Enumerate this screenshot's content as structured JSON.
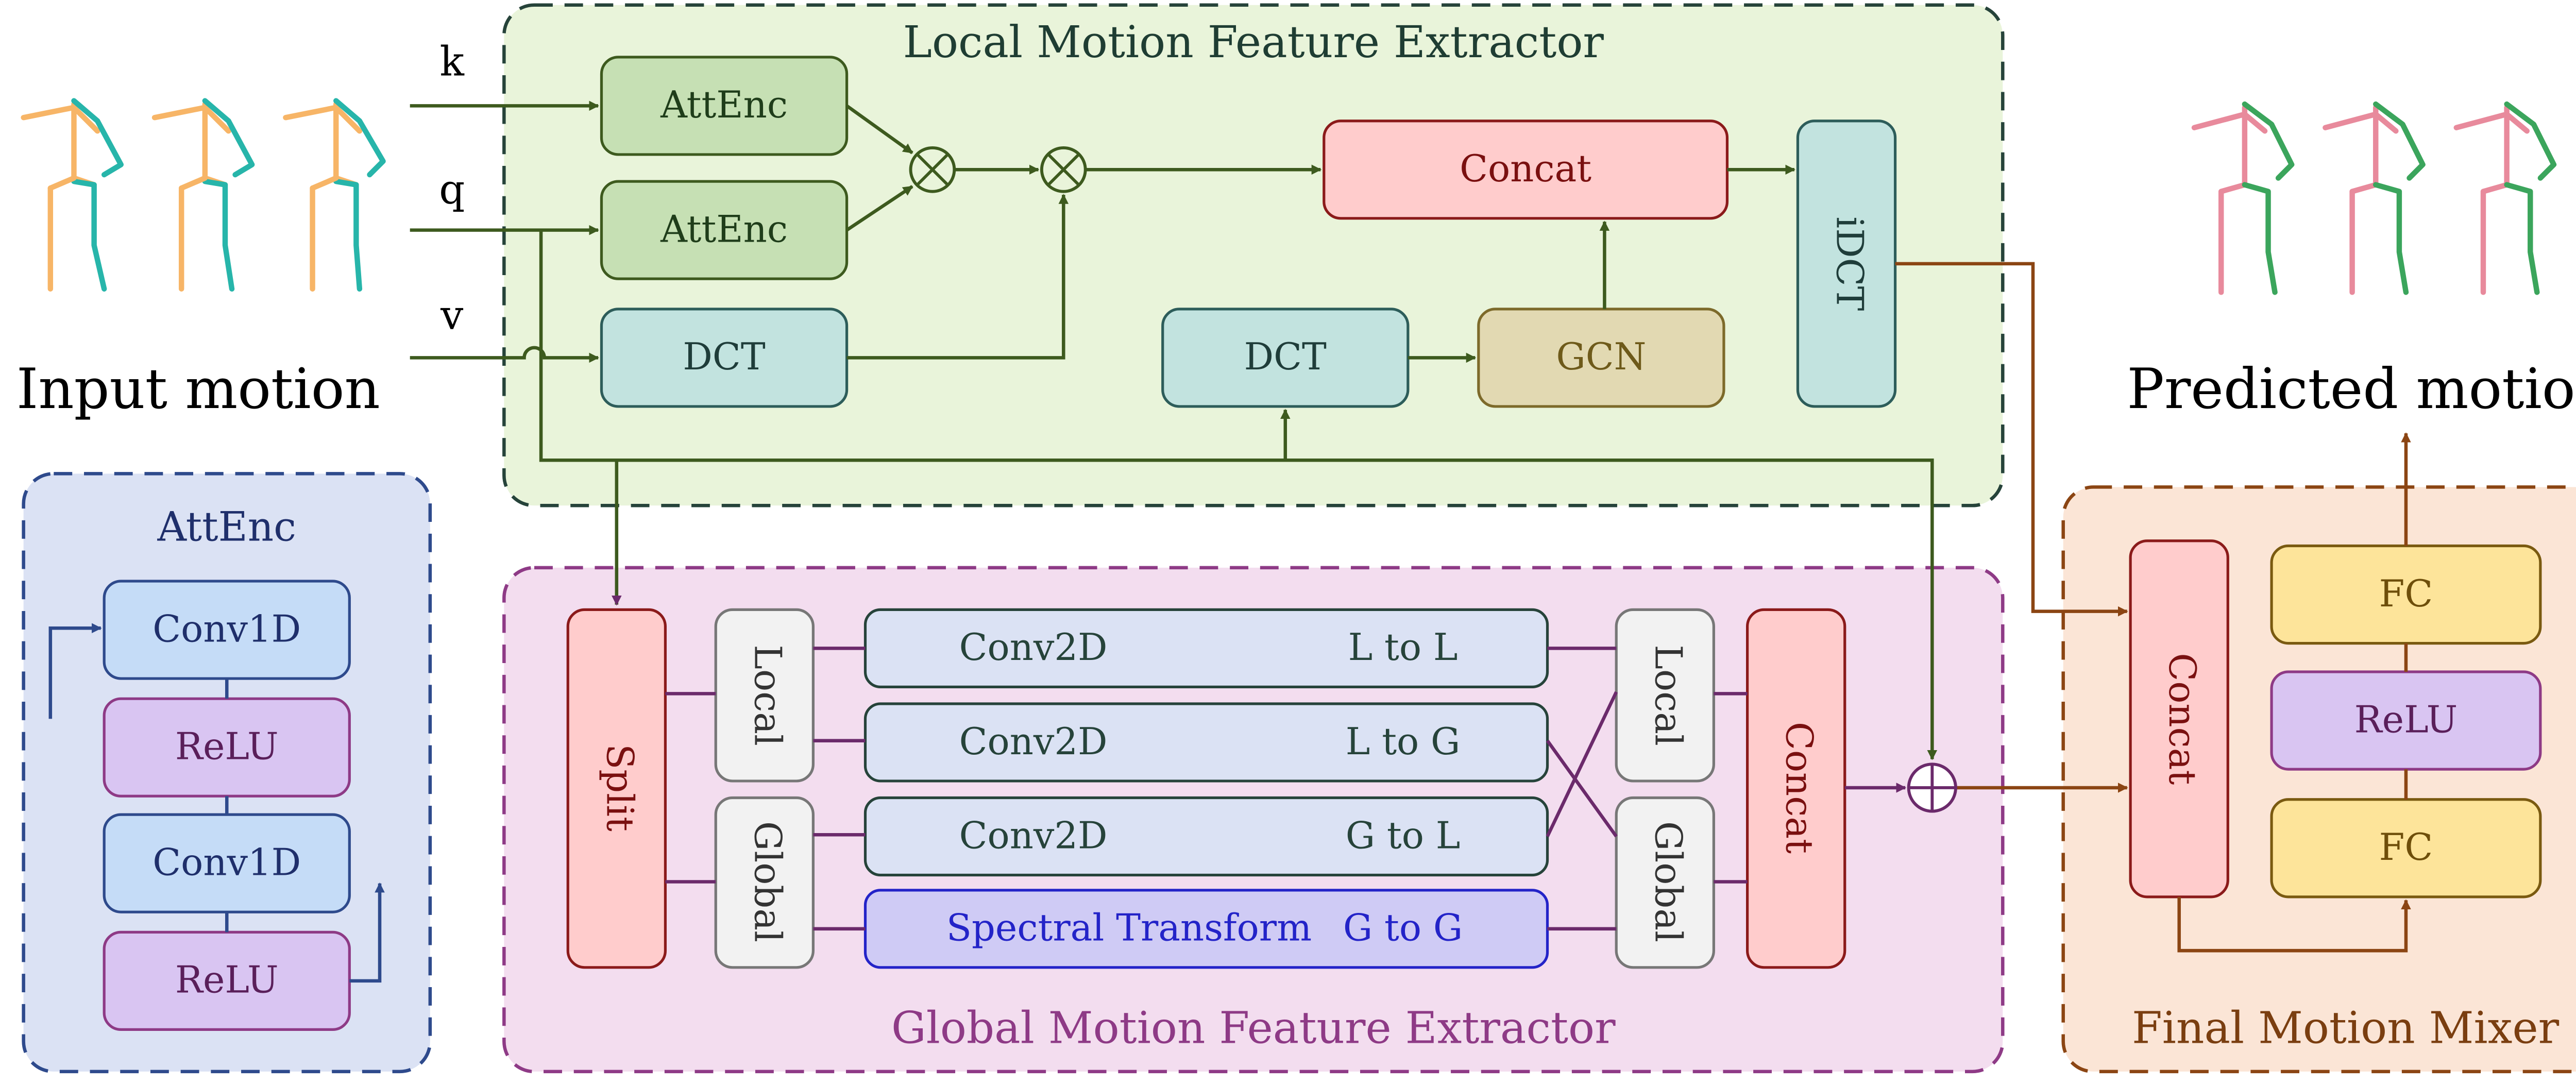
{
  "inputs": {
    "k": "k",
    "q": "q",
    "v": "v",
    "input_label": "Input motion",
    "output_label": "Predicted motion"
  },
  "local": {
    "title": "Local Motion Feature Extractor",
    "attenc_k": "AttEnc",
    "attenc_q": "AttEnc",
    "dct_v": "DCT",
    "dct_res": "DCT",
    "gcn": "GCN",
    "concat": "Concat",
    "idct": "iDCT"
  },
  "attenc_detail": {
    "title": "AttEnc",
    "conv1": "Conv1D",
    "relu1": "ReLU",
    "conv2": "Conv1D",
    "relu2": "ReLU"
  },
  "global": {
    "title": "Global Motion Feature Extractor",
    "split": "Split",
    "local_in": "Local",
    "global_in": "Global",
    "local_out": "Local",
    "global_out": "Global",
    "concat": "Concat",
    "rows": [
      {
        "op": "Conv2D",
        "path": "L to L"
      },
      {
        "op": "Conv2D",
        "path": "L to G"
      },
      {
        "op": "Conv2D",
        "path": "G to L"
      },
      {
        "op": "Spectral Transform",
        "path": "G to G"
      }
    ]
  },
  "mixer": {
    "title": "Final Motion Mixer",
    "concat": "Concat",
    "fc_top": "FC",
    "relu": "ReLU",
    "fc_bottom": "FC"
  },
  "colors": {
    "local_bg": "#e9f4da",
    "local_border": "#26433a",
    "global_bg": "#f3ddef",
    "global_border": "#8e3a86",
    "mixer_bg": "#fbe5d6",
    "mixer_border": "#8b4513",
    "attenc_bg": "#dbe2f4",
    "attenc_border": "#2e4a8c",
    "green_arrow": "#3d5a1e",
    "purple_arrow": "#6b2a6b",
    "brown_arrow": "#8b4513",
    "blue_arrow": "#2e4a8c",
    "input_pose_a": "#f7b567",
    "input_pose_b": "#27b5aa",
    "pred_pose_a": "#e88a9c",
    "pred_pose_b": "#3ba55c"
  },
  "icons": [
    "multiply-icon",
    "add-icon",
    "skeleton-pose-icon"
  ]
}
